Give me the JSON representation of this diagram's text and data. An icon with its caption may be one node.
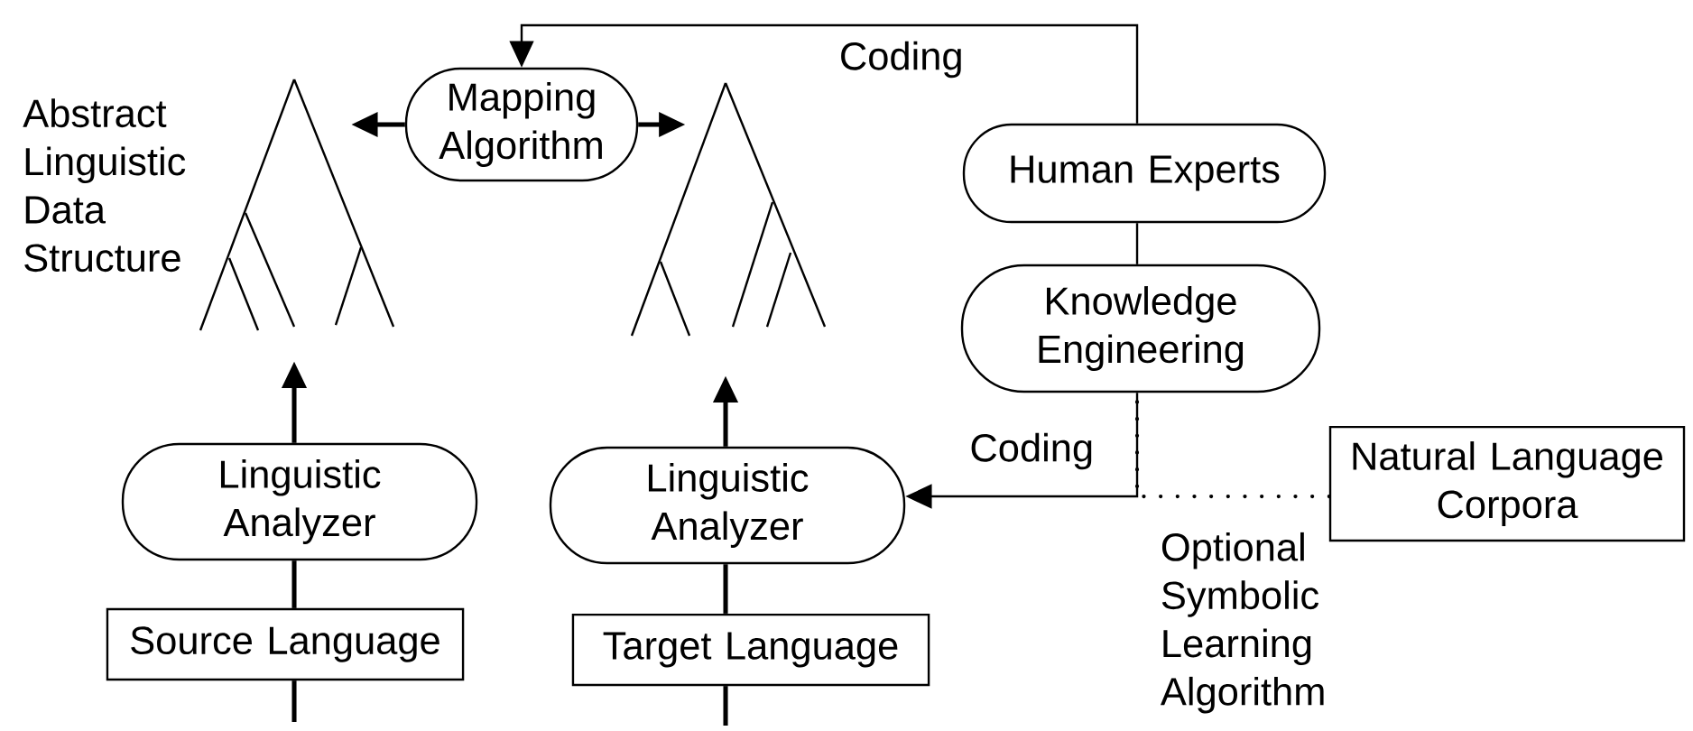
{
  "diagram": {
    "nodes": [
      {
        "text": [],
        "shape": "tree",
        "beside": [
          "Abstract Linguistic Data Structure"
        ]
      },
      {
        "text": [
          "Mapping Algorithm"
        ]
      },
      {
        "text": [],
        "shape": "tree"
      },
      {
        "text": [
          "Human Experts"
        ]
      },
      {
        "text": [
          "Knowledge Engineering"
        ]
      },
      {
        "text": [
          "Linguistic Analyzer"
        ]
      },
      {
        "text": [
          "Linguistic Analyzer"
        ]
      },
      {
        "text": [
          "Natural Language Corpora"
        ]
      },
      {
        "text": [
          "Source Language"
        ]
      },
      {
        "text": [
          "Target Language"
        ]
      }
    ],
    "edges": [
      {
        "from": 1,
        "to": 0,
        "arrow": "to"
      },
      {
        "from": 1,
        "to": 2,
        "arrow": "to"
      },
      {
        "from": 3,
        "to": 1,
        "arrow": "to",
        "label": "Coding"
      },
      {
        "from": 3,
        "to": 4,
        "arrow": "none"
      },
      {
        "from": 4,
        "to": 6,
        "arrow": "to",
        "label": "Coding"
      },
      {
        "from": 7,
        "to": 4,
        "arrow": "none",
        "style": "dashed",
        "label": "Optional Symbolic Learning Algorithm"
      },
      {
        "from": 5,
        "to": 0,
        "arrow": "to"
      },
      {
        "from": 6,
        "to": 2,
        "arrow": "to"
      },
      {
        "from": 8,
        "to": 5,
        "arrow": "none"
      },
      {
        "from": 9,
        "to": 6,
        "arrow": "none"
      },
      {
        "from": null,
        "to": 8,
        "arrow": "none"
      },
      {
        "from": null,
        "to": 9,
        "arrow": "none"
      }
    ]
  }
}
